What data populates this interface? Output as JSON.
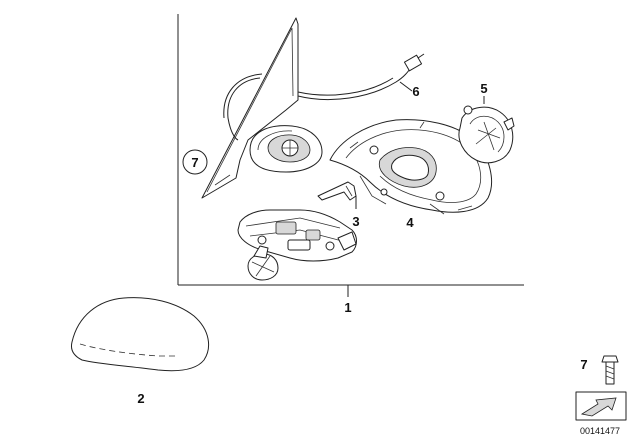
{
  "diagram": {
    "callouts": [
      {
        "id": "c1",
        "text": "1"
      },
      {
        "id": "c2",
        "text": "2"
      },
      {
        "id": "c3",
        "text": "3"
      },
      {
        "id": "c4",
        "text": "4"
      },
      {
        "id": "c5",
        "text": "5"
      },
      {
        "id": "c6",
        "text": "6"
      },
      {
        "id": "c7-circle",
        "text": "7"
      },
      {
        "id": "c7",
        "text": "7"
      }
    ],
    "part_number": "00141477"
  }
}
